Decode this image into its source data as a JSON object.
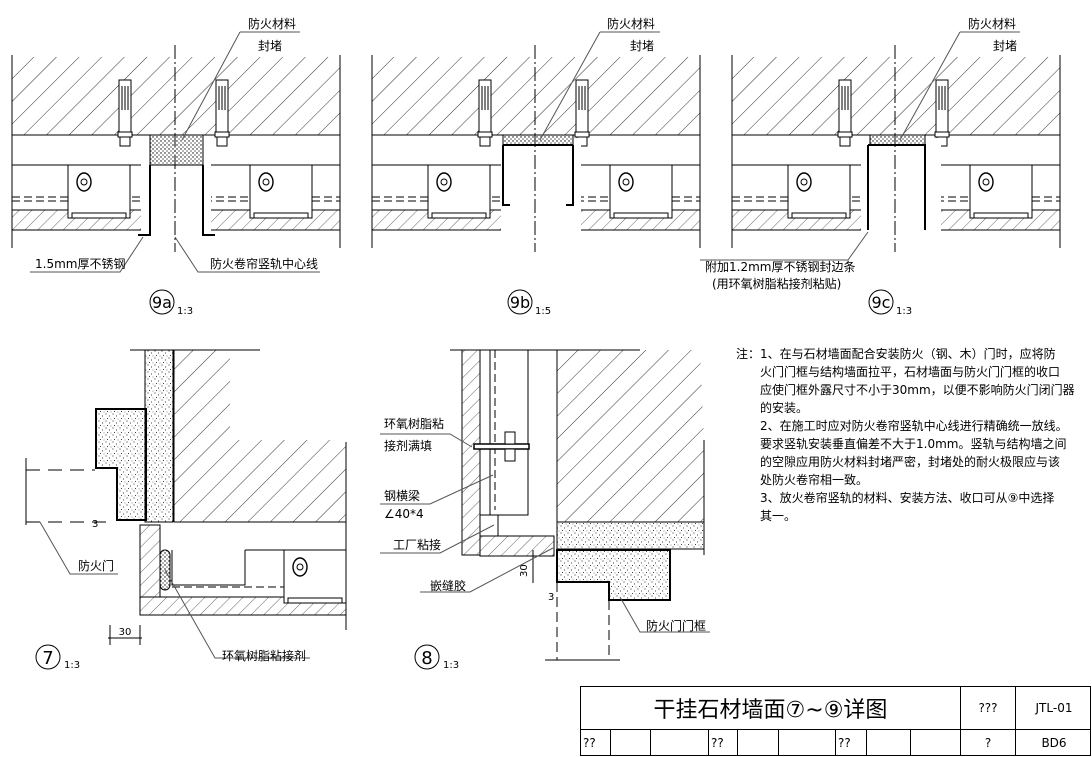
{
  "details": {
    "d9a": {
      "fire_material": "防火材料",
      "seal": "封堵",
      "steel": "1.5mm厚不锈钢",
      "centerline": "防火卷帘竖轨中心线",
      "id": "9a",
      "scale": "1:3"
    },
    "d9b": {
      "fire_material": "防火材料",
      "seal": "封堵",
      "id": "9b",
      "scale": "1:5"
    },
    "d9c": {
      "fire_material": "防火材料",
      "seal": "封堵",
      "edge_strip": "附加1.2mm厚不锈钢封边条",
      "edge_strip_note": "(用环氧树脂粘接剂粘贴)",
      "id": "9c",
      "scale": "1:3"
    },
    "d7": {
      "fire_door": "防火门",
      "epoxy": "环氧树脂粘接剂",
      "dim_30": "30",
      "dim_3": "3",
      "id": "7",
      "scale": "1:3"
    },
    "d8": {
      "epoxy_fill_1": "环氧树脂粘",
      "epoxy_fill_2": "接剂满填",
      "steel_beam": "钢横梁",
      "angle": "∠40*4",
      "factory_bond": "工厂粘接",
      "sealant": "嵌缝胶",
      "door_frame": "防火门门框",
      "dim_30": "30",
      "dim_3": "3",
      "id": "8",
      "scale": "1:3"
    }
  },
  "notes": {
    "prefix": "注：",
    "lines": [
      "1、在与石材墙面配合安装防火（钢、木）门时，应将防",
      "火门门框与结构墙面拉平，石材墙面与防火门门框的收口",
      "应使门框外露尺寸不小于30mm，以便不影响防火门闭门器",
      "的安装。",
      "2、在施工时应对防火卷帘竖轨中心线进行精确统一放线。",
      "要求竖轨安装垂直偏差不大于1.0mm。竖轨与结构墙之间",
      "的空隙应用防火材料封堵严密，封堵处的耐火极限应与该",
      "处防火卷帘相一致。",
      "3、放火卷帘竖轨的材料、安装方法、收口可从⑨中选择",
      "其一。"
    ]
  },
  "title_block": {
    "title": "干挂石材墙面⑦~⑨详图",
    "field_1": "???",
    "drawing_no": "JTL-01",
    "row2": [
      "??",
      "??",
      "??",
      "?"
    ],
    "page_no": "BD6"
  }
}
